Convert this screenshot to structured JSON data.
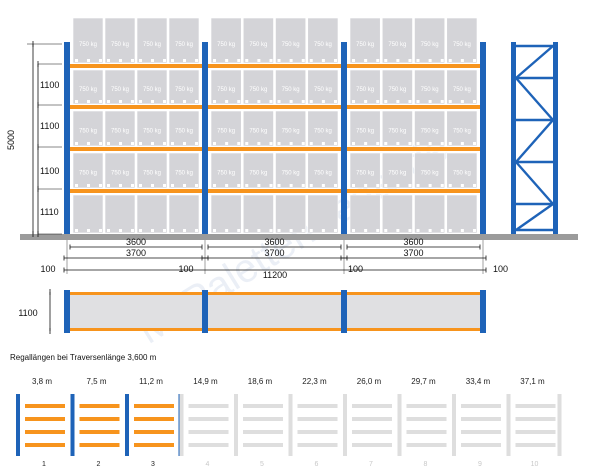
{
  "elevation": {
    "total_height": "5000",
    "level_heights": [
      "1100",
      "1100",
      "1100",
      "1110"
    ],
    "load_label": "750 kg",
    "bay_clear_widths": [
      "3600",
      "3600",
      "3600"
    ],
    "bay_lengths": [
      "3700",
      "3700",
      "3700"
    ],
    "end_offset": "100",
    "inner_offset": "100",
    "total_length": "11200"
  },
  "plan": {
    "depth": "1100"
  },
  "caption": "Regallängen bei Traversenlänge 3,600 m",
  "bay_selector": {
    "bays": [
      {
        "length": "3,8 m",
        "number": "1",
        "active": true
      },
      {
        "length": "7,5 m",
        "number": "2",
        "active": true
      },
      {
        "length": "11,2 m",
        "number": "3",
        "active": true
      },
      {
        "length": "14,9 m",
        "number": "4",
        "active": false
      },
      {
        "length": "18,6 m",
        "number": "5",
        "active": false
      },
      {
        "length": "22,3 m",
        "number": "6",
        "active": false
      },
      {
        "length": "26,0 m",
        "number": "7",
        "active": false
      },
      {
        "length": "29,7 m",
        "number": "8",
        "active": false
      },
      {
        "length": "33,4 m",
        "number": "9",
        "active": false
      },
      {
        "length": "37,1 m",
        "number": "10",
        "active": false
      }
    ]
  },
  "watermark": "McPaletten-regal.de",
  "colors": {
    "upright": "#1e63b8",
    "beam": "#f7941d",
    "pallet": "#d4d4d8",
    "pallet_border": "#ffffff",
    "floor": "#9b9b9b",
    "inactive": "#dedede"
  }
}
